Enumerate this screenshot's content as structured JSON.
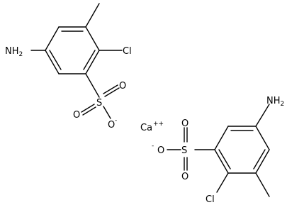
{
  "molecule_1": {
    "amine": {
      "main": "H",
      "sub": "2",
      "prefix": "N"
    },
    "chloro": "Cl",
    "sulfur": "S",
    "oxygen_top": "O",
    "oxygen_bottom": "O",
    "oxide_minus": "-"
  },
  "counter_ion": {
    "symbol": "Ca",
    "charge": "++"
  },
  "molecule_2": {
    "amine": {
      "main": "NH",
      "sub": "2"
    },
    "chloro": "Cl",
    "sulfur": "S",
    "oxygen_top": "O",
    "oxygen_bottom": "O",
    "oxide_minus": "-"
  }
}
